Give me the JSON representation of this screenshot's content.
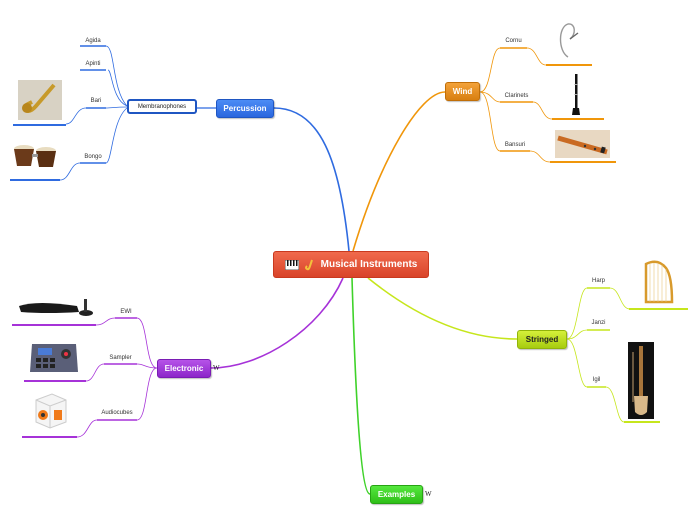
{
  "central": {
    "label": "Musical Instruments"
  },
  "topics": {
    "percussion": "Percussion",
    "wind": "Wind",
    "stringed": "Stringed",
    "electronic": "Electronic",
    "examples": "Examples"
  },
  "percussion": {
    "membranophones": "Membranophones",
    "items": [
      "Agida",
      "Apinti",
      "Bari",
      "Bongo"
    ]
  },
  "wind": {
    "items": [
      "Cornu",
      "Clarinets",
      "Bansuri"
    ]
  },
  "stringed": {
    "items": [
      "Harp",
      "Janzi",
      "Igil"
    ]
  },
  "electronic": {
    "items": [
      "EWI",
      "Sampler",
      "Audiocubes"
    ]
  },
  "link_marker": "W",
  "colors": {
    "central": "#e0502f",
    "percussion": "#2f6be0",
    "wind": "#f0960a",
    "stringed": "#c6e61c",
    "electronic": "#a632d8",
    "examples": "#3fd22a"
  }
}
